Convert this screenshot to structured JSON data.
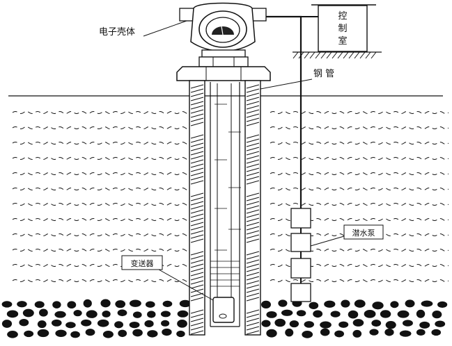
{
  "labels": {
    "housing": "电子壳体",
    "control_room": "控制室",
    "steel_pipe": "钢 管",
    "pump": "潜水泵",
    "transmitter": "变送器"
  },
  "colors": {
    "ink": "#111111",
    "background": "#ffffff"
  }
}
